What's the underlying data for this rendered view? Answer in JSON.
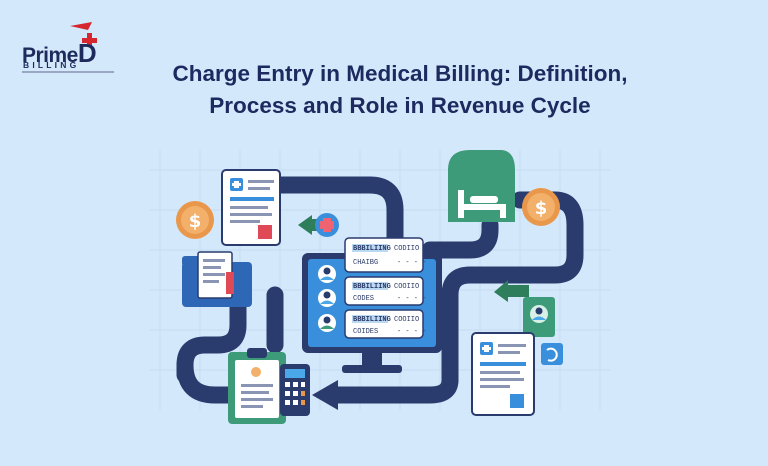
{
  "brand": {
    "name_part1": "Prime",
    "name_part2": "D",
    "subtitle": "BILLING"
  },
  "title": {
    "line1": "Charge Entry in Medical Billing: Definition,",
    "line2": "Process and Role in Revenue Cycle"
  },
  "monitor_cards": [
    {
      "label": "BBBILIING",
      "code": "CODIIO",
      "sub": "CHAIBG",
      "dashes": "- - - -"
    },
    {
      "label": "BBBILIING",
      "code": "COOIIO",
      "sub": "CODES",
      "dashes": "- - - -"
    },
    {
      "label": "BBBILIING",
      "code": "COOIIO",
      "sub": "COIDES",
      "dashes": "- - - -"
    }
  ],
  "colors": {
    "background": "#d4e8fb",
    "pipe": "#2a3b6e",
    "accent_blue": "#3a8fdc",
    "accent_green": "#3e9b7a",
    "coin": "#e9974a",
    "brand_red": "#d6262e"
  },
  "icons": [
    "dollar-coin-icon",
    "document-icon",
    "hospital-bed-icon",
    "monitor-icon",
    "calculator-icon",
    "folder-icon",
    "patient-id-icon"
  ]
}
